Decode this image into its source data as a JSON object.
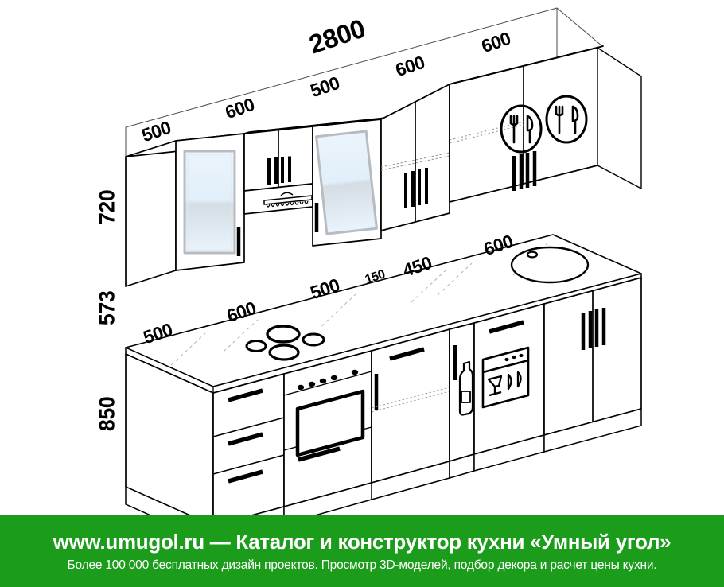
{
  "diagram": {
    "type": "kitchen-elevation-isometric",
    "total_width_label": "2800",
    "upper_row_dimensions": [
      "500",
      "600",
      "500",
      "600",
      "600"
    ],
    "lower_row_dimensions": [
      "500",
      "600",
      "500",
      "150",
      "450",
      "600"
    ],
    "height_dimensions": {
      "upper_cabinet": "720",
      "backsplash_gap": "573",
      "base_cabinet": "850"
    },
    "labels": {
      "total": "2800",
      "u1": "500",
      "u2": "600",
      "u3": "500",
      "u4": "600",
      "u5": "600",
      "l1": "500",
      "l2": "600",
      "l3": "500",
      "l4": "150",
      "l5": "450",
      "l6": "600",
      "h1": "720",
      "h2": "573",
      "h3": "850"
    },
    "icons": {
      "cutlery_left": "cutlery-icon",
      "cutlery_right": "cutlery-icon",
      "hood": "range-hood-icon",
      "dishwasher": "dishwasher-icon",
      "bottle": "bottle-icon",
      "sink": "sink-icon",
      "cooktop": "cooktop-icon",
      "oven": "oven-icon"
    },
    "colors": {
      "line": "#000000",
      "glass": "#e8f2fb",
      "glass_frame": "#b8bcc0",
      "counter_edge": "#8c8c8c",
      "hidden_line": "#9a9a9a"
    }
  },
  "banner": {
    "line1": "www.umugol.ru  —  Каталог и конструктор кухни «Умный угол»",
    "line2": "Более 100 000 бесплатных дизайн проектов. Просмотр 3D-моделей, подбор декора и расчет цены кухни.",
    "background_color": "#1b9c1b",
    "text_color": "#ffffff"
  }
}
